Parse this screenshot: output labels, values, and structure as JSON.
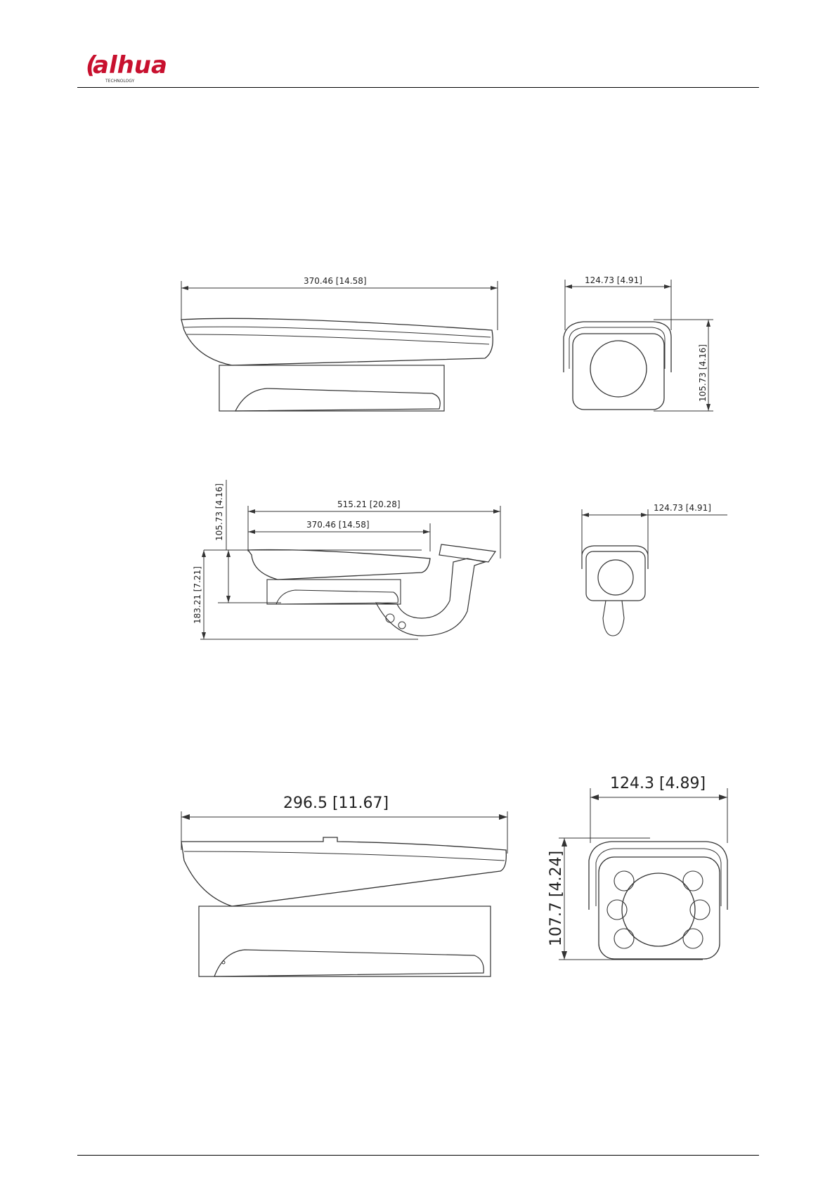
{
  "header": {
    "logo_text": "alhua",
    "logo_subtext": "TECHNOLOGY"
  },
  "figure1": {
    "side_length": "370.46 [14.58]",
    "front_width": "124.73 [4.91]",
    "front_height": "105.73 [4.16]"
  },
  "figure2": {
    "total_length": "515.21 [20.28]",
    "body_length": "370.46 [14.58]",
    "body_height": "105.73 [4.16]",
    "total_height": "183.21 [7.21]",
    "front_width": "124.73 [4.91]"
  },
  "figure3": {
    "side_length": "296.5 [11.67]",
    "front_width": "124.3 [4.89]",
    "front_height": "107.7 [4.24]"
  }
}
